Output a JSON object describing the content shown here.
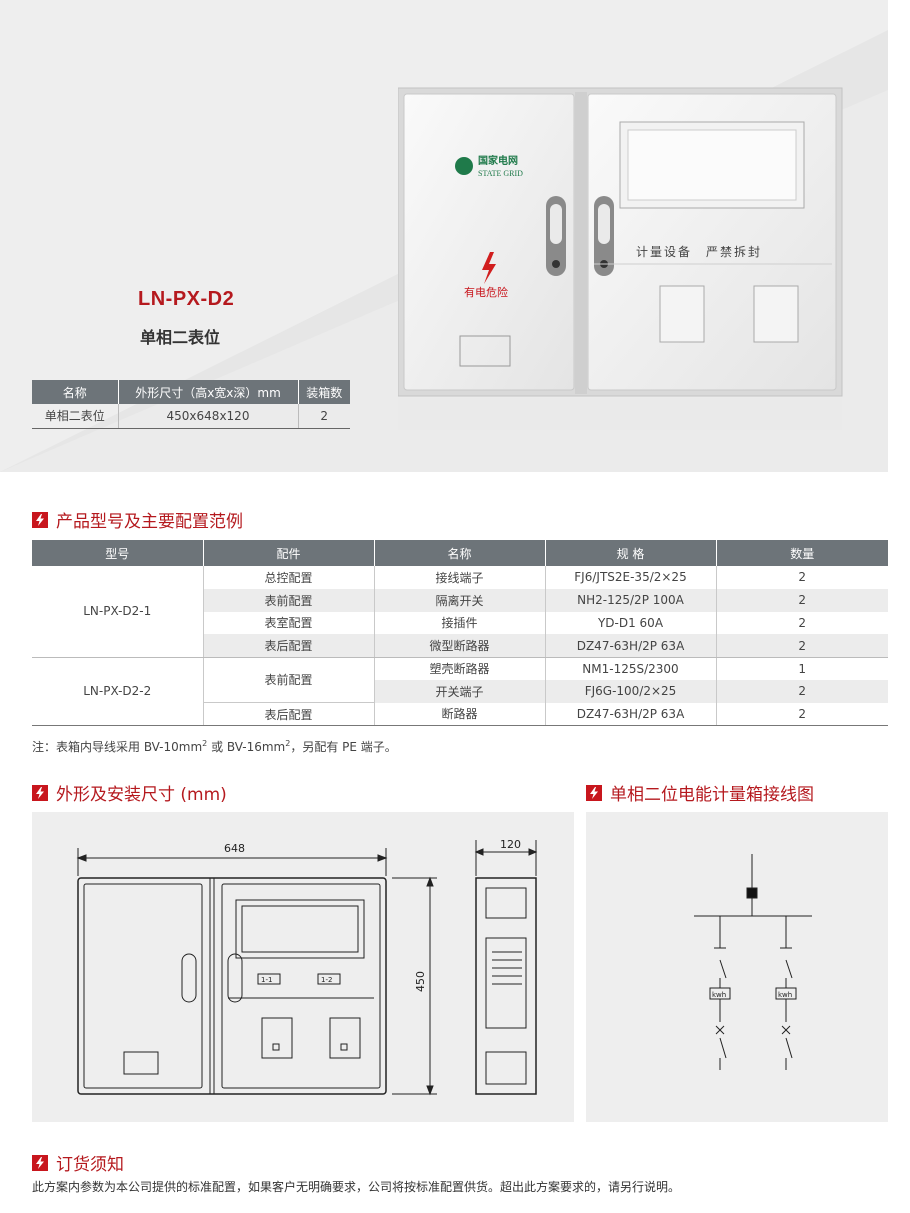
{
  "product": {
    "model": "LN-PX-D2",
    "name": "单相二表位",
    "logo_cn": "国家电网",
    "logo_en": "STATE GRID",
    "warning_label": "有电危险",
    "seal_label": "计量设备　严禁拆封"
  },
  "spec_table": {
    "headers": [
      "名称",
      "外形尺寸（高x宽x深）mm",
      "装箱数"
    ],
    "row": [
      "单相二表位",
      "450x648x120",
      "2"
    ]
  },
  "section_config": {
    "title": "产品型号及主要配置范例",
    "headers": [
      "型号",
      "配件",
      "名称",
      "规 格",
      "数量"
    ],
    "groups": [
      {
        "model": "LN-PX-D2-1",
        "rows": [
          {
            "part": "总控配置",
            "name": "接线端子",
            "spec": "FJ6/JTS2E-35/2×25",
            "qty": "2"
          },
          {
            "part": "表前配置",
            "name": "隔离开关",
            "spec": "NH2-125/2P 100A",
            "qty": "2"
          },
          {
            "part": "表室配置",
            "name": "接插件",
            "spec": "YD-D1 60A",
            "qty": "2"
          },
          {
            "part": "表后配置",
            "name": "微型断路器",
            "spec": "DZ47-63H/2P 63A",
            "qty": "2"
          }
        ]
      },
      {
        "model": "LN-PX-D2-2",
        "rows": [
          {
            "part": "表前配置",
            "name": "塑壳断路器",
            "spec": "NM1-125S/2300",
            "qty": "1"
          },
          {
            "part": "",
            "name": "开关端子",
            "spec": "FJ6G-100/2×25",
            "qty": "2"
          },
          {
            "part": "表后配置",
            "name": "断路器",
            "spec": "DZ47-63H/2P 63A",
            "qty": "2"
          }
        ]
      }
    ],
    "note_a": "注：表箱内导线采用 BV-10mm",
    "note_sup1": "2",
    "note_b": " 或 BV-16mm",
    "note_sup2": "2",
    "note_c": "，另配有 PE 端子。"
  },
  "section_dimensions": {
    "title": "外形及安装尺寸 (mm)",
    "width_label": "648",
    "height_label": "450",
    "depth_label": "120",
    "tag1": "1-1",
    "tag2": "1-2"
  },
  "section_wiring": {
    "title": "单相二位电能计量箱接线图",
    "meter_label": "kwh"
  },
  "section_order": {
    "title": "订货须知",
    "text": "此方案内参数为本公司提供的标准配置，如果客户无明确要求，公司将按标准配置供货。超出此方案要求的，请另行说明。"
  },
  "colors": {
    "accent": "#b5191e",
    "header_gray": "#6d7479",
    "panel_gray": "#eeeeee"
  }
}
